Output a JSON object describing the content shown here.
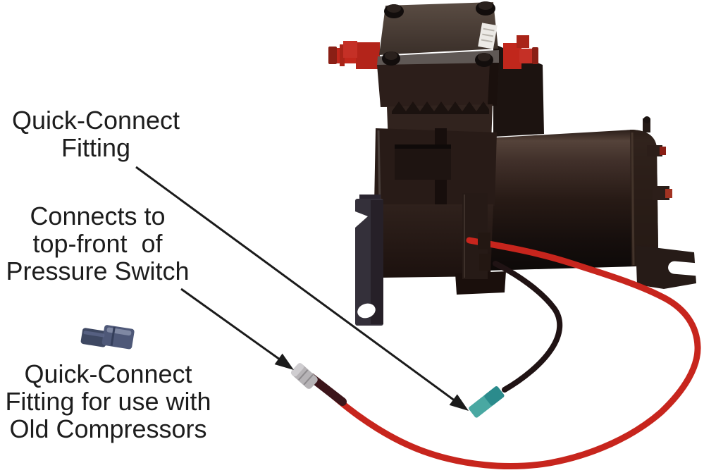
{
  "figure": {
    "background": "#ffffff",
    "annotations": {
      "quick_connect": {
        "line1": "Quick-Connect",
        "line2": "Fitting"
      },
      "pressure_switch": {
        "line1": "Connects to",
        "line2": "top-front  of",
        "line3": "Pressure Switch"
      },
      "old_compressor": {
        "line1": "Quick-Connect",
        "line2": "Fitting for use with",
        "line3": "Old Compressors"
      }
    },
    "colors": {
      "text": "#1d1d1d",
      "arrow": "#1b1b1b",
      "wire_red": "#c7251d",
      "wire_black": "#201314",
      "heat_shrink": "#3c151a",
      "fitting_red": "#c1271c",
      "fitting_red_dark": "#8a1f15",
      "connector_teal": "#49a8a2",
      "connector_teal_dark": "#2b8b8c",
      "connector_gray": "#b6b3b6",
      "spare_fitting_body": "#4e5878",
      "spare_fitting_sleeve": "#3e4862",
      "spare_fitting_highlight": "#8890aa",
      "pump_body": "#281b17",
      "label_white": "#eceae6"
    }
  }
}
